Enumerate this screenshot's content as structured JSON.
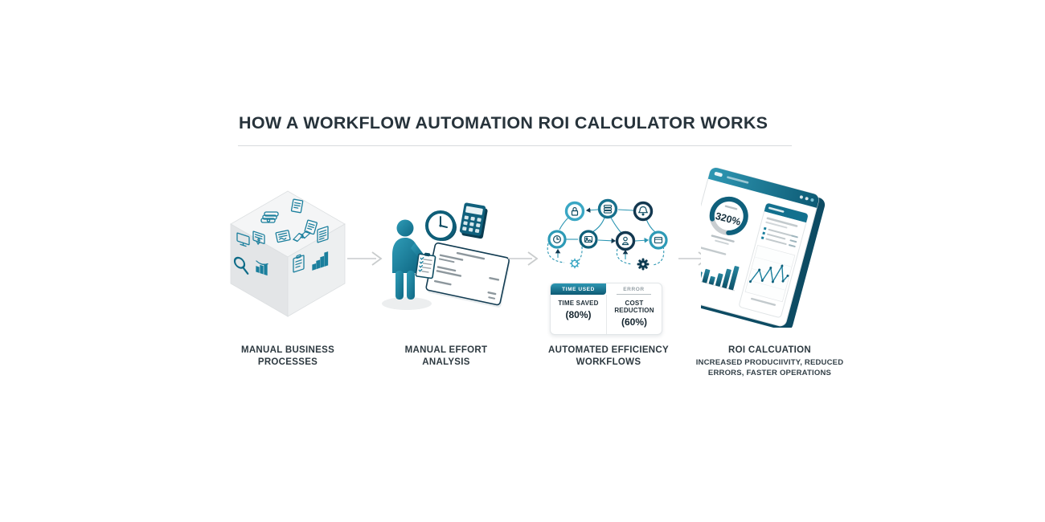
{
  "title": "HOW A WORKFLOW AUTOMATION ROI CALCULATOR WORKS",
  "colors": {
    "teal": "#1b7f9d",
    "teal_light": "#3aa7c4",
    "teal_dark": "#0f5e78",
    "navy": "#12384f",
    "arrow_gray": "#c9cccd",
    "text": "#2d3940",
    "cube_face": "#f2f3f4"
  },
  "steps": [
    {
      "caption_line1": "MANUAL BUSINESS",
      "caption_line2": "PROCESSES"
    },
    {
      "caption_line1": "MANUAL EFFORT",
      "caption_line2": "ANALYSIS"
    },
    {
      "caption_line1": "AUTOMATED EFFICIENCY",
      "caption_line2": "WORKFLOWS",
      "table": {
        "tab_left": "TIME USED",
        "tab_right": "ERROR",
        "col1_label": "TIME SAVED",
        "col1_value": "(80%)",
        "col2_label": "COST REDUCTION",
        "col2_value": "(60%)"
      }
    },
    {
      "caption_line1": "ROI CALCUATION",
      "subcaption": "INCREASED PRODUCIIVITY, REDUCED ERRORS, FASTER OPERATIONS",
      "dashboard": {
        "gauge_value": "320%"
      }
    }
  ],
  "icons": {
    "step1_cube": [
      "money-stack-icon",
      "document-icon",
      "contract-icon",
      "monitor-icon",
      "magnifier-icon",
      "chart-icon",
      "handshake-icon",
      "list-document-icon",
      "bar-chart-icon",
      "clipboard-icon"
    ],
    "step2": [
      "person-figure-icon",
      "clipboard-icon",
      "clock-icon",
      "calculator-icon",
      "form-card-icon"
    ],
    "step3_nodes": [
      "lock-icon",
      "layers-icon",
      "bell-icon",
      "clock-icon",
      "image-icon",
      "user-icon",
      "window-icon",
      "gear-outline-icon",
      "gear-solid-icon"
    ],
    "step4_dashboard": [
      "donut-gauge",
      "bar-chart",
      "line-chart",
      "panel-list"
    ]
  }
}
